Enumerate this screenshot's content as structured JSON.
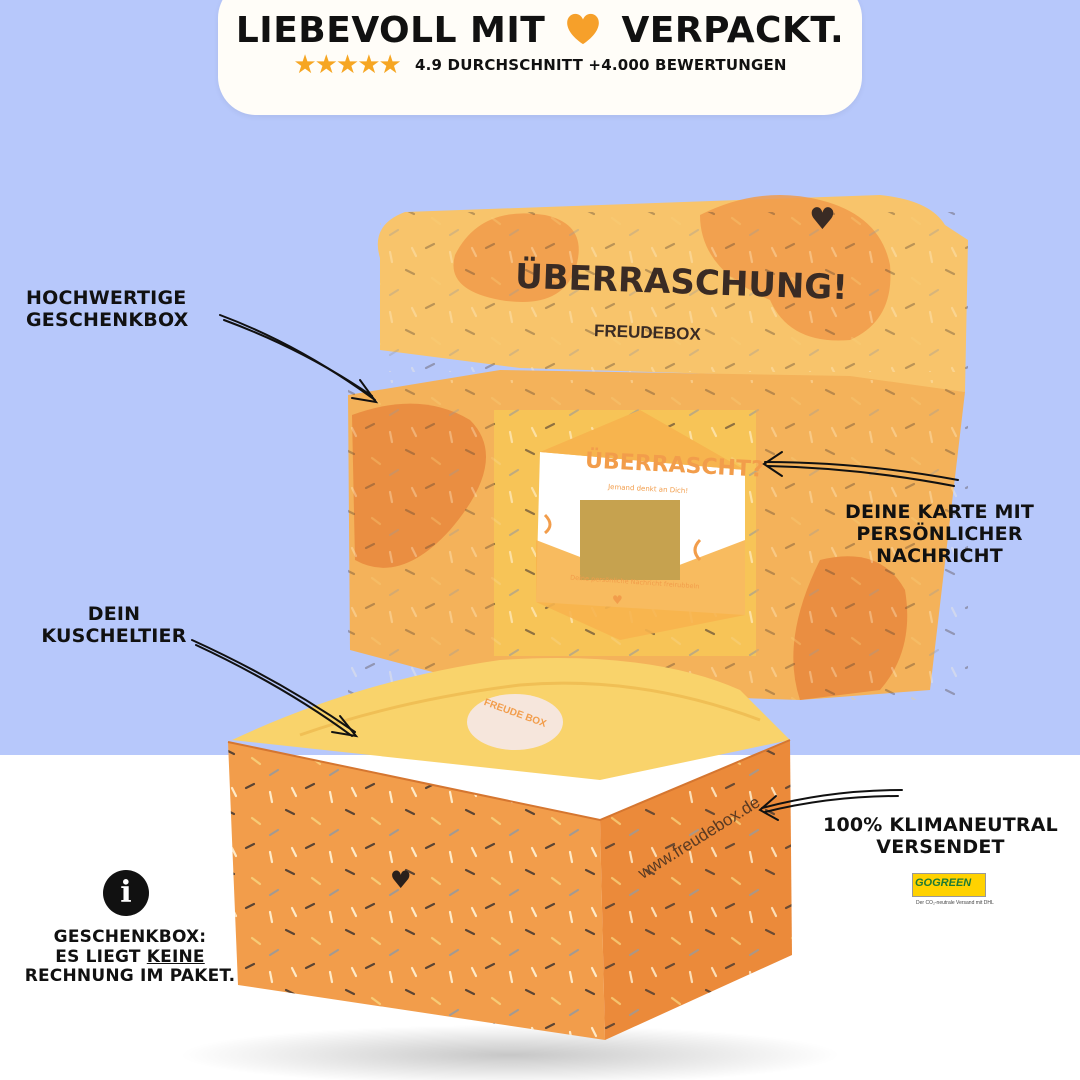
{
  "header": {
    "headline_left": "LIEBEVOLL MIT",
    "headline_right": "VERPACKT.",
    "stars": "★★★★★",
    "rating_text": "4.9 DURCHSCHNITT +4.000 BEWERTUNGEN"
  },
  "box": {
    "lid_title": "ÜBERRASCHUNG!",
    "lid_logo": "FREUDEBOX",
    "card_title": "ÜBERRASCHT?",
    "card_subtitle": "Jemand denkt an Dich!",
    "card_footer": "Deine persönliche Nachricht freirubbeln",
    "sticker_logo": "FREUDE BOX",
    "side_url": "www.freudebox.de"
  },
  "callouts": {
    "premium_box": "HOCHWERTIGE\nGESCHENKBOX",
    "card": "DEINE KARTE MIT\nPERSÖNLICHER\nNACHRICHT",
    "plush": "DEIN\nKUSCHELTIER",
    "climate": "100% KLIMANEUTRAL\nVERSENDET",
    "no_invoice_line1": "GESCHENKBOX:",
    "no_invoice_line2a": "ES LIEGT ",
    "no_invoice_line2b": "KEINE",
    "no_invoice_line3": "RECHNUNG IM PAKET."
  },
  "gogreen": {
    "label": "GOGREEN",
    "caption": "Der CO₂-neutrale Versand mit DHL"
  },
  "icons": [
    "heart-icon",
    "star-icon",
    "info-icon",
    "arrow-icon",
    "teddy-icon"
  ],
  "colors": {
    "background_top": "#b7c8fb",
    "box_orange": "#f29d4b",
    "lid_yellow": "#f8c46b",
    "tissue_yellow": "#f9d36b",
    "heart_orange": "#f6a02a",
    "text": "#111111"
  }
}
